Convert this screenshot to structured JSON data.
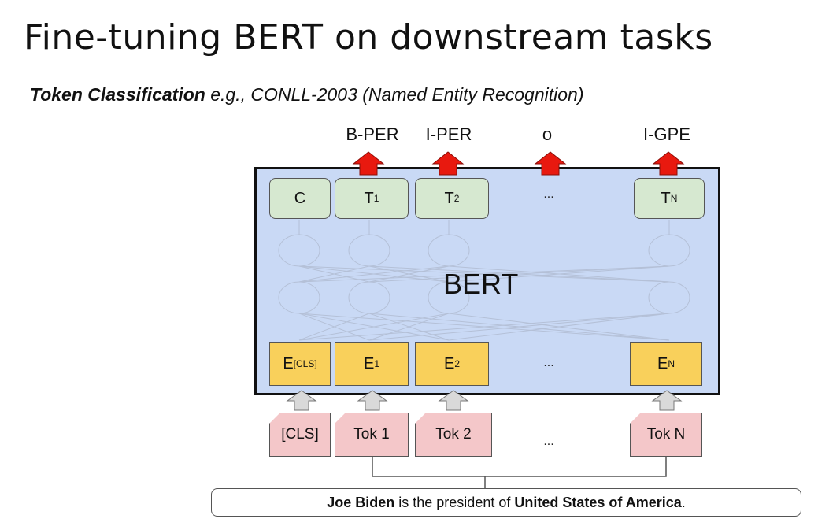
{
  "title": "Fine-tuning BERT on downstream tasks",
  "subtitle": {
    "task": "Token Classification",
    "example": " e.g., CONLL-2003 (Named Entity Recognition)"
  },
  "output_labels": [
    "B-PER",
    "I-PER",
    "o",
    "I-GPE"
  ],
  "model_name": "BERT",
  "output_nodes": {
    "c": "C",
    "t1": "T",
    "t1_sub": "1",
    "t2": "T",
    "t2_sub": "2",
    "tn": "T",
    "tn_sub": "N"
  },
  "embeddings": {
    "cls": "E",
    "cls_sub": "[CLS]",
    "e1": "E",
    "e1_sub": "1",
    "e2": "E",
    "e2_sub": "2",
    "en": "E",
    "en_sub": "N"
  },
  "tokens": [
    "[CLS]",
    "Tok 1",
    "Tok 2",
    "Tok N"
  ],
  "ellipsis": "...",
  "sentence": {
    "part1": "Joe Biden",
    "part2": " is the president of ",
    "part3": "United States of America",
    "part4": "."
  },
  "colors": {
    "bert_background": "#c9d9f5",
    "output_node": "#d6e8d0",
    "embedding": "#f9d05b",
    "token": "#f4c7c9",
    "output_arrow": "#e8190f",
    "input_arrow": "#d9d9d9"
  }
}
